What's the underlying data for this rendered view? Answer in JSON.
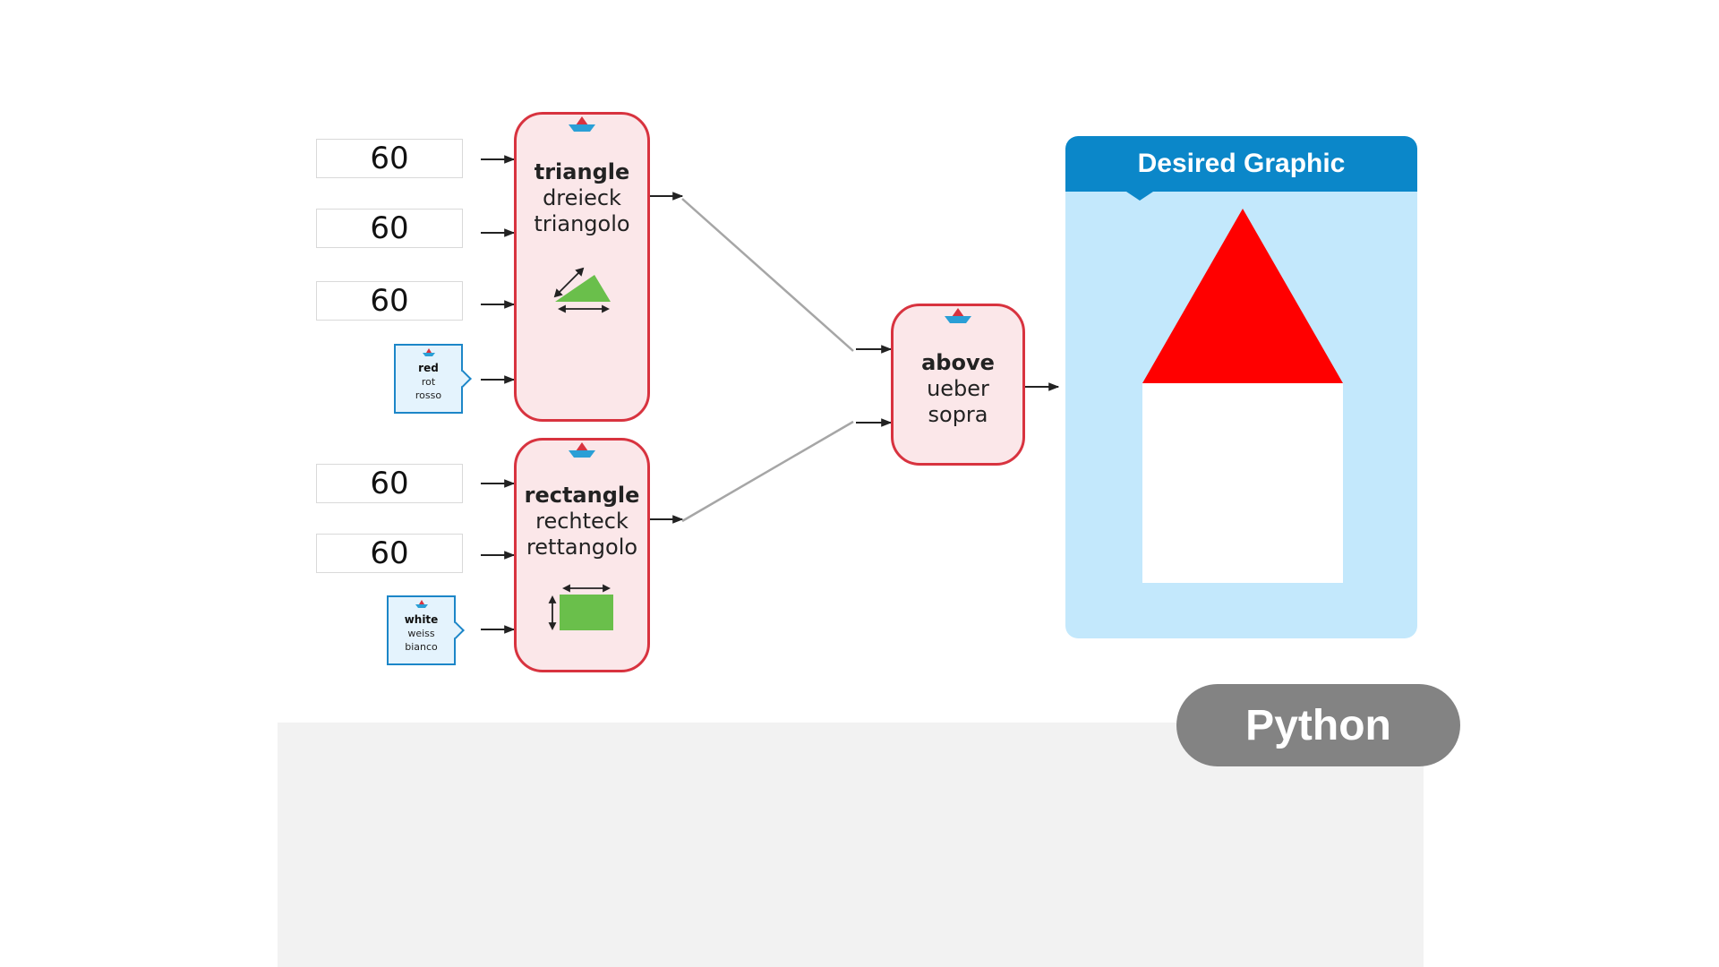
{
  "inputs": {
    "triangle_side_a": "60",
    "triangle_side_b": "60",
    "triangle_side_c": "60",
    "rectangle_width": "60",
    "rectangle_height": "60"
  },
  "colors": {
    "red_block": {
      "en": "red",
      "de": "rot",
      "it": "rosso"
    },
    "white_block": {
      "en": "white",
      "de": "weiss",
      "it": "bianco"
    }
  },
  "functions": {
    "triangle": {
      "en": "triangle",
      "de": "dreieck",
      "it": "triangolo"
    },
    "rectangle": {
      "en": "rectangle",
      "de": "rechteck",
      "it": "rettangolo"
    },
    "above": {
      "en": "above",
      "de": "ueber",
      "it": "sopra"
    }
  },
  "desired_graphic": {
    "title": "Desired Graphic",
    "triangle_color": "#ff0000",
    "rectangle_color": "#ffffff"
  },
  "python_button": {
    "label": "Python"
  },
  "palette": {
    "function_fill": "#fbe7e9",
    "function_border": "#d8333f",
    "color_block_fill": "#e4f3fd",
    "color_block_border": "#1c86c8",
    "icon_green": "#6abf4b",
    "header_blue": "#0b87c9",
    "canvas_blue": "#c3e8fc"
  }
}
